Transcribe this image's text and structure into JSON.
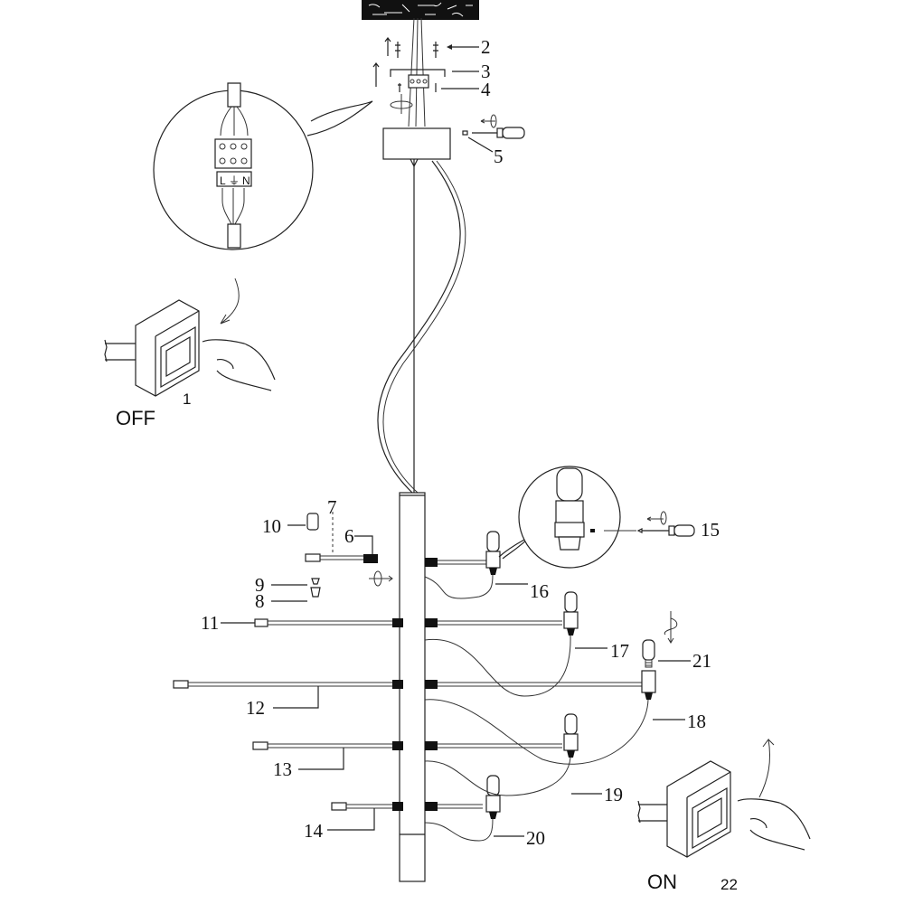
{
  "diagram": {
    "title": "Pendant lamp installation diagram",
    "callouts": [
      {
        "id": "1",
        "label": "1"
      },
      {
        "id": "2",
        "label": "2"
      },
      {
        "id": "3",
        "label": "3"
      },
      {
        "id": "4",
        "label": "4"
      },
      {
        "id": "5",
        "label": "5"
      },
      {
        "id": "6",
        "label": "6"
      },
      {
        "id": "7",
        "label": "7"
      },
      {
        "id": "8",
        "label": "8"
      },
      {
        "id": "9",
        "label": "9"
      },
      {
        "id": "10",
        "label": "10"
      },
      {
        "id": "11",
        "label": "11"
      },
      {
        "id": "12",
        "label": "12"
      },
      {
        "id": "13",
        "label": "13"
      },
      {
        "id": "14",
        "label": "14"
      },
      {
        "id": "15",
        "label": "15"
      },
      {
        "id": "16",
        "label": "16"
      },
      {
        "id": "17",
        "label": "17"
      },
      {
        "id": "18",
        "label": "18"
      },
      {
        "id": "19",
        "label": "19"
      },
      {
        "id": "20",
        "label": "20"
      },
      {
        "id": "21",
        "label": "21"
      },
      {
        "id": "22",
        "label": "22"
      }
    ],
    "switch_off": {
      "state_label": "OFF",
      "step": "1"
    },
    "switch_on": {
      "state_label": "ON",
      "step": "22"
    },
    "terminal_block": {
      "live": "L",
      "earth": "⏚",
      "neutral": "N"
    }
  }
}
